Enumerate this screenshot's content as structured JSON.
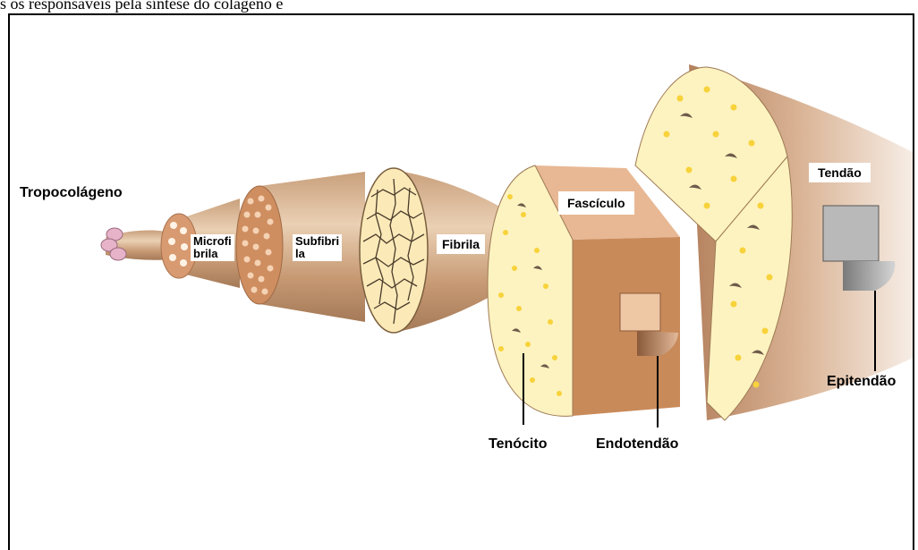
{
  "top_text": "s os responsáveis pela síntese do colágeno e",
  "labels": {
    "tropocolageno": "Tropocolágeno",
    "microfibrila_1": "Microfi",
    "microfibrila_2": "brila",
    "subfibrila_1": "Subfibri",
    "subfibrila_2": "la",
    "fibrila": "Fibrila",
    "fasciculo": "Fascículo",
    "tendao": "Tendão",
    "tenocito": "Tenócito",
    "endotendao": "Endotendão",
    "epitendao": "Epitendão"
  },
  "colors": {
    "cone": "#d9b896",
    "cone_dark": "#b88e6a",
    "cross_section": "#fdf3c0",
    "yellow_dot": "#f7d23a",
    "fascicle_side": "#c98a5a",
    "fascicle_top": "#e8b894",
    "microfibril": "#d89a70",
    "tropocollagen": "#e6b3c8"
  }
}
